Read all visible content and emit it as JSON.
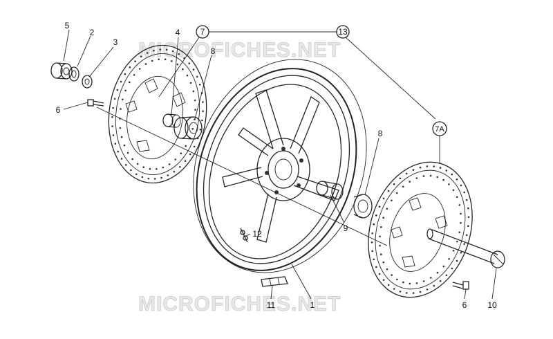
{
  "watermark": {
    "top": "MICROFICHES.NET",
    "bottom": "MICROFICHES.NET"
  },
  "callouts": {
    "c5": "5",
    "c2": "2",
    "c3": "3",
    "c4": "4",
    "c7": "7",
    "c13": "13",
    "c8a": "8",
    "c6a": "6",
    "c8b": "8",
    "c7a": "7A",
    "c9": "9",
    "c12": "12",
    "c11": "11",
    "c1": "1",
    "c6b": "6",
    "c10": "10"
  }
}
